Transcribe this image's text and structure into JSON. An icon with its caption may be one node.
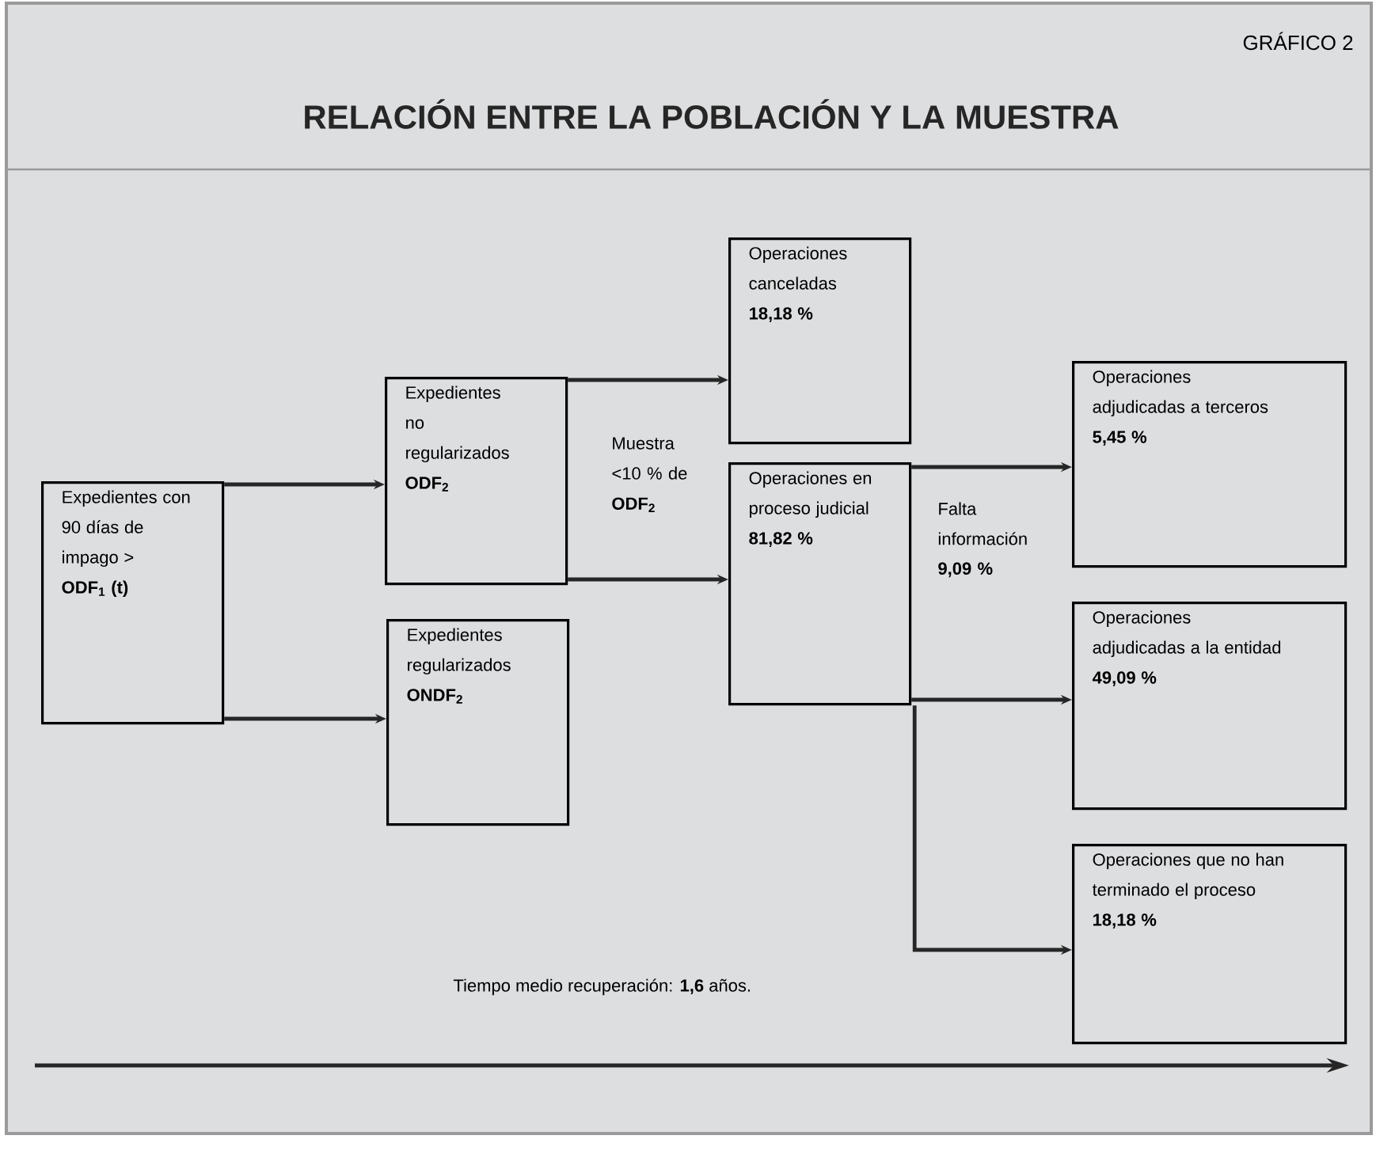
{
  "diagram": {
    "title": "RELACIÓN ENTRE LA POBLACIÓN Y LA MUESTRA",
    "nodes": [
      {
        "text": [
          "Expedientes con 90 días de impago >",
          "ODF$_{1}$ (t)"
        ]
      },
      {
        "text": [
          "Expedientes no regularizados",
          "ODF$_{2}$"
        ]
      },
      {
        "text": [
          "Expedientes regularizados",
          "ONDF$_{2}$"
        ]
      },
      {
        "text": [
          "Operaciones canceladas",
          "18,18 %"
        ]
      },
      {
        "text": [
          "Operaciones en proceso judicial",
          "81,82 %"
        ]
      },
      {
        "text": [
          "Operaciones adjudicadas a terceros",
          "5,45 %"
        ]
      },
      {
        "text": [
          "Operaciones adjudicadas a la entidad",
          "49,09 %"
        ]
      },
      {
        "text": [
          "Operaciones que no han terminado el proceso",
          "18,18 %"
        ]
      }
    ],
    "edges": [
      {
        "from": 0,
        "to": 1,
        "arrow": "to"
      },
      {
        "from": 0,
        "to": 2,
        "arrow": "to"
      },
      {
        "from": 1,
        "to": 3,
        "arrow": "to"
      },
      {
        "from": 1,
        "to": 4,
        "arrow": "to"
      },
      {
        "from": 4,
        "to": 5,
        "arrow": "to"
      },
      {
        "from": 4,
        "to": 6,
        "arrow": "to"
      },
      {
        "from": 4,
        "to": 7,
        "arrow": "to"
      }
    ],
    "labels": [
      "GRÁFICO 2",
      "Muestra <10 % de",
      "ODF$_{2}$",
      "Falta información",
      "9,09 %",
      "Tiempo medio recuperación: **1,6** años."
    ]
  }
}
